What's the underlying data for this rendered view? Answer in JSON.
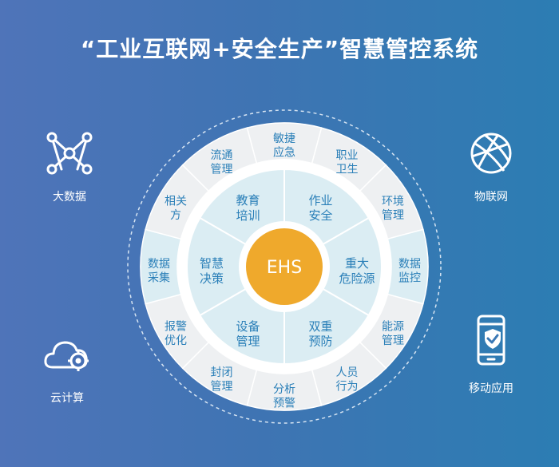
{
  "title": "“工业互联网+安全生产”智慧管控系统",
  "center": "EHS",
  "inner_items": [
    {
      "line1": "教育",
      "line2": "培训"
    },
    {
      "line1": "作业",
      "line2": "安全"
    },
    {
      "line1": "重大",
      "line2": "危险源"
    },
    {
      "line1": "双重",
      "line2": "预防"
    },
    {
      "line1": "设备",
      "line2": "管理"
    },
    {
      "line1": "智慧",
      "line2": "决策"
    }
  ],
  "outer_items": [
    {
      "line1": "敏捷",
      "line2": "应急"
    },
    {
      "line1": "职业",
      "line2": "卫生"
    },
    {
      "line1": "环境",
      "line2": "管理"
    },
    {
      "line1": "数据",
      "line2": "监控"
    },
    {
      "line1": "能源",
      "line2": "管理"
    },
    {
      "line1": "人员",
      "line2": "行为"
    },
    {
      "line1": "分析",
      "line2": "预警"
    },
    {
      "line1": "封闭",
      "line2": "管理"
    },
    {
      "line1": "报警",
      "line2": "优化"
    },
    {
      "line1": "数据",
      "line2": "采集"
    },
    {
      "line1": "相关",
      "line2": "方"
    },
    {
      "line1": "流通",
      "line2": "管理"
    }
  ],
  "side_items": {
    "big_data": {
      "label": "大数据",
      "icon": "network-nodes-icon"
    },
    "iot": {
      "label": "物联网",
      "icon": "globe-icon"
    },
    "cloud": {
      "label": "云计算",
      "icon": "cloud-gear-icon"
    },
    "mobile": {
      "label": "移动应用",
      "icon": "smartphone-check-icon"
    }
  },
  "colors": {
    "center": "#efa92c",
    "inner_ring": "#dbedf3",
    "outer_ring": "#eef0f2",
    "highlight_segment": "#dbedf3",
    "text": "#2a7fb8"
  }
}
